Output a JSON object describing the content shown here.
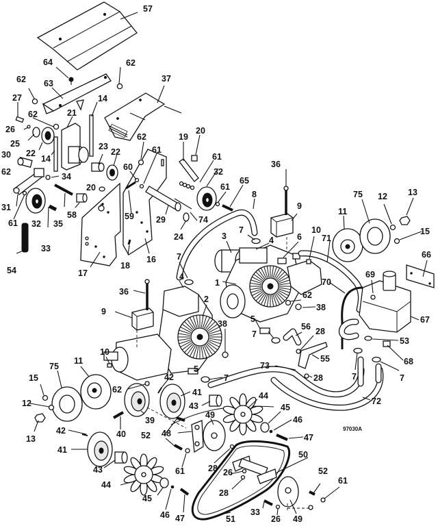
{
  "figure": {
    "title": "Hydrostatic transmission drive assembly - exploded parts view",
    "reference_number": "97030A"
  },
  "callouts": [
    {
      "id": "57",
      "label": "57"
    },
    {
      "id": "64",
      "label": "64"
    },
    {
      "id": "62a",
      "label": "62"
    },
    {
      "id": "62b",
      "label": "62"
    },
    {
      "id": "63",
      "label": "63"
    },
    {
      "id": "37",
      "label": "37"
    },
    {
      "id": "27",
      "label": "27"
    },
    {
      "id": "62c",
      "label": "62"
    },
    {
      "id": "14a",
      "label": "14"
    },
    {
      "id": "21",
      "label": "21"
    },
    {
      "id": "26a",
      "label": "26"
    },
    {
      "id": "25",
      "label": "25"
    },
    {
      "id": "22a",
      "label": "22"
    },
    {
      "id": "14b",
      "label": "14"
    },
    {
      "id": "30",
      "label": "30"
    },
    {
      "id": "23",
      "label": "23"
    },
    {
      "id": "22b",
      "label": "22"
    },
    {
      "id": "62d",
      "label": "62"
    },
    {
      "id": "61a",
      "label": "61"
    },
    {
      "id": "19",
      "label": "19"
    },
    {
      "id": "20a",
      "label": "20"
    },
    {
      "id": "62e",
      "label": "62"
    },
    {
      "id": "34",
      "label": "34"
    },
    {
      "id": "60",
      "label": "60"
    },
    {
      "id": "61b",
      "label": "61"
    },
    {
      "id": "32a",
      "label": "32"
    },
    {
      "id": "36a",
      "label": "36"
    },
    {
      "id": "20b",
      "label": "20"
    },
    {
      "id": "31",
      "label": "31"
    },
    {
      "id": "58",
      "label": "58"
    },
    {
      "id": "59",
      "label": "59"
    },
    {
      "id": "61c",
      "label": "61"
    },
    {
      "id": "65",
      "label": "65"
    },
    {
      "id": "61d",
      "label": "61"
    },
    {
      "id": "32b",
      "label": "32"
    },
    {
      "id": "35",
      "label": "35"
    },
    {
      "id": "29",
      "label": "29"
    },
    {
      "id": "74",
      "label": "74"
    },
    {
      "id": "24",
      "label": "24"
    },
    {
      "id": "8",
      "label": "8"
    },
    {
      "id": "9a",
      "label": "9"
    },
    {
      "id": "33a",
      "label": "33"
    },
    {
      "id": "54",
      "label": "54"
    },
    {
      "id": "18",
      "label": "18"
    },
    {
      "id": "16",
      "label": "16"
    },
    {
      "id": "17",
      "label": "17"
    },
    {
      "id": "75a",
      "label": "75"
    },
    {
      "id": "12a",
      "label": "12"
    },
    {
      "id": "13a",
      "label": "13"
    },
    {
      "id": "11a",
      "label": "11"
    },
    {
      "id": "15a",
      "label": "15"
    },
    {
      "id": "7a",
      "label": "7"
    },
    {
      "id": "3",
      "label": "3"
    },
    {
      "id": "4a",
      "label": "4"
    },
    {
      "id": "6",
      "label": "6"
    },
    {
      "id": "10a",
      "label": "10"
    },
    {
      "id": "71",
      "label": "71"
    },
    {
      "id": "66",
      "label": "66"
    },
    {
      "id": "7b",
      "label": "7"
    },
    {
      "id": "4b",
      "label": "4"
    },
    {
      "id": "1",
      "label": "1"
    },
    {
      "id": "70",
      "label": "70"
    },
    {
      "id": "69",
      "label": "69"
    },
    {
      "id": "36b",
      "label": "36"
    },
    {
      "id": "62f",
      "label": "62"
    },
    {
      "id": "38a",
      "label": "38"
    },
    {
      "id": "67",
      "label": "67"
    },
    {
      "id": "9b",
      "label": "9"
    },
    {
      "id": "2",
      "label": "2"
    },
    {
      "id": "56",
      "label": "56"
    },
    {
      "id": "5a",
      "label": "5"
    },
    {
      "id": "28a",
      "label": "28"
    },
    {
      "id": "38b",
      "label": "38"
    },
    {
      "id": "7c",
      "label": "7"
    },
    {
      "id": "53",
      "label": "53"
    },
    {
      "id": "55",
      "label": "55"
    },
    {
      "id": "68",
      "label": "68"
    },
    {
      "id": "10b",
      "label": "10"
    },
    {
      "id": "11b",
      "label": "11"
    },
    {
      "id": "73",
      "label": "73"
    },
    {
      "id": "75b",
      "label": "75"
    },
    {
      "id": "28b",
      "label": "28"
    },
    {
      "id": "7d",
      "label": "7"
    },
    {
      "id": "7e",
      "label": "7"
    },
    {
      "id": "5b",
      "label": "5"
    },
    {
      "id": "7f",
      "label": "7"
    },
    {
      "id": "42a",
      "label": "42"
    },
    {
      "id": "62g",
      "label": "62"
    },
    {
      "id": "15b",
      "label": "15"
    },
    {
      "id": "41a",
      "label": "41"
    },
    {
      "id": "72",
      "label": "72"
    },
    {
      "id": "12b",
      "label": "12"
    },
    {
      "id": "43a",
      "label": "43"
    },
    {
      "id": "44a",
      "label": "44"
    },
    {
      "id": "39",
      "label": "39"
    },
    {
      "id": "49a",
      "label": "49"
    },
    {
      "id": "45a",
      "label": "45"
    },
    {
      "id": "13b",
      "label": "13"
    },
    {
      "id": "40",
      "label": "40"
    },
    {
      "id": "46a",
      "label": "46"
    },
    {
      "id": "42b",
      "label": "42"
    },
    {
      "id": "52a",
      "label": "52"
    },
    {
      "id": "48",
      "label": "48"
    },
    {
      "id": "47a",
      "label": "47"
    },
    {
      "id": "41b",
      "label": "41"
    },
    {
      "id": "61e",
      "label": "61"
    },
    {
      "id": "28c",
      "label": "28"
    },
    {
      "id": "50",
      "label": "50"
    },
    {
      "id": "43b",
      "label": "43"
    },
    {
      "id": "26b",
      "label": "26"
    },
    {
      "id": "28d",
      "label": "28"
    },
    {
      "id": "52b",
      "label": "52"
    },
    {
      "id": "61f",
      "label": "61"
    },
    {
      "id": "44b",
      "label": "44"
    },
    {
      "id": "45b",
      "label": "45"
    },
    {
      "id": "46b",
      "label": "46"
    },
    {
      "id": "47b",
      "label": "47"
    },
    {
      "id": "33b",
      "label": "33"
    },
    {
      "id": "26c",
      "label": "26"
    },
    {
      "id": "49b",
      "label": "49"
    },
    {
      "id": "51",
      "label": "51"
    }
  ]
}
